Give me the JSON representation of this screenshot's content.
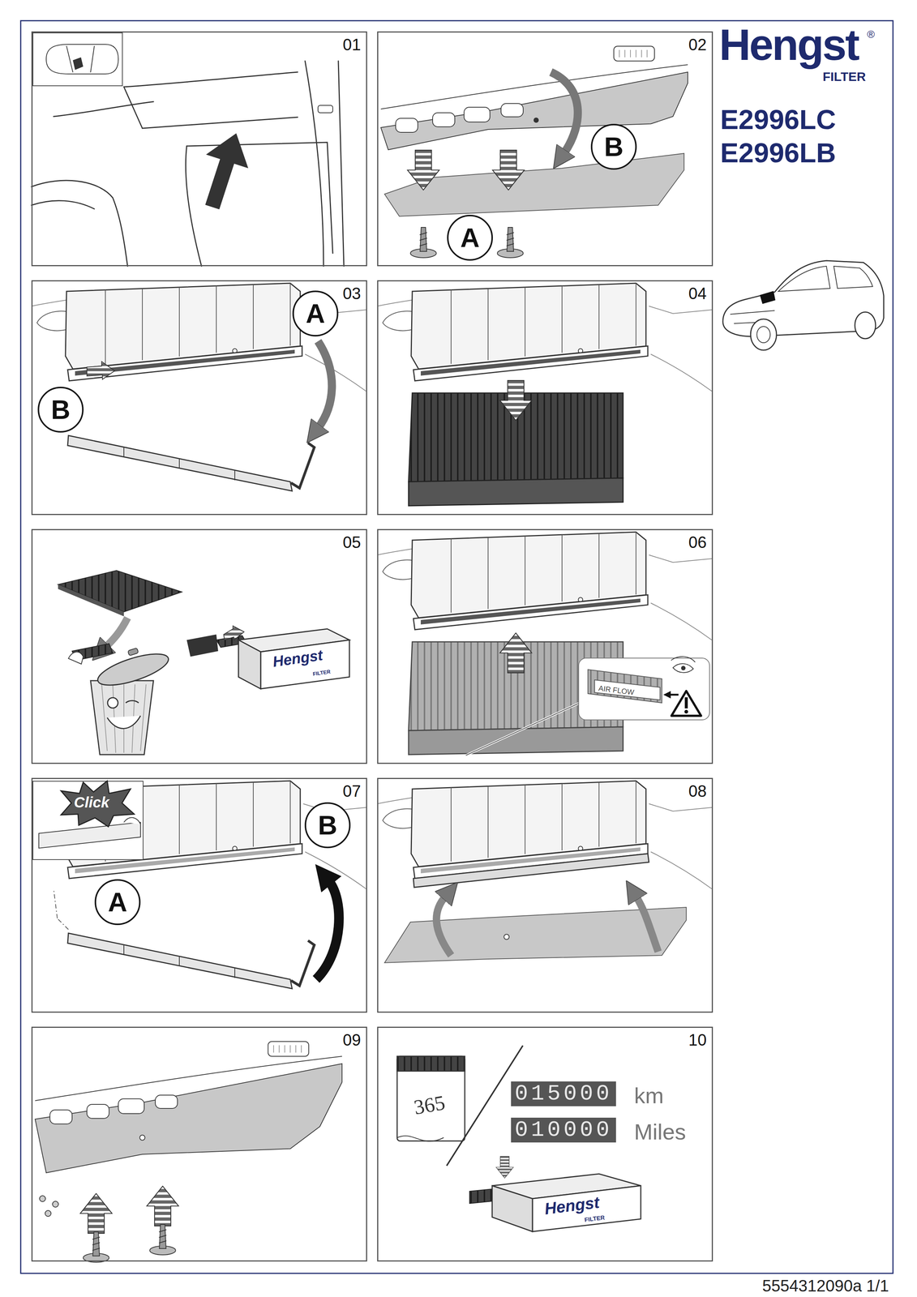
{
  "diagram": {
    "nodes": [
      {
        "text": [
          "01"
        ]
      },
      {
        "text": [
          "02"
        ]
      },
      {
        "text": [
          "03"
        ]
      },
      {
        "text": [
          "04"
        ]
      },
      {
        "text": [
          "05"
        ]
      },
      {
        "text": [
          "06"
        ]
      },
      {
        "text": [
          "07"
        ]
      },
      {
        "text": [
          "08"
        ]
      },
      {
        "text": [
          "09"
        ]
      },
      {
        "text": [
          "10"
        ]
      },
      {
        "text": [
          "B"
        ],
        "in": 1
      },
      {
        "text": [
          "A"
        ],
        "in": 1
      },
      {
        "text": [
          "A"
        ],
        "in": 2
      },
      {
        "text": [
          "B"
        ],
        "in": 2
      },
      {
        "text": [
          "B"
        ],
        "in": 6
      },
      {
        "text": [
          "A"
        ],
        "in": 6
      }
    ],
    "labels": [
      "Hengst",
      "®",
      "FILTER",
      "E2996LC",
      "E2996LB",
      "Click",
      "Hengst",
      "FILTER",
      "AIR FLOW",
      "365",
      "015000",
      "km",
      "010000",
      "Miles",
      "Hengst",
      "FILTER",
      "5554312090a 1/1"
    ]
  }
}
